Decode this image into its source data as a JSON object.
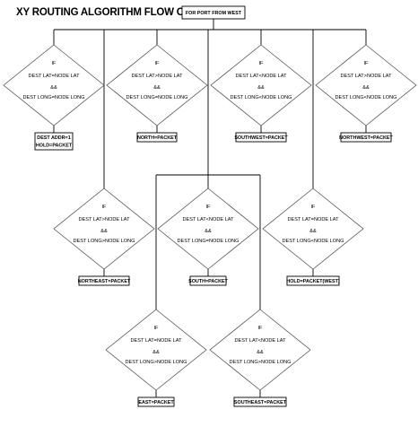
{
  "title": "XY ROUTING ALGORITHM FLOW CHART",
  "start": "FOR PORT FROM WEST",
  "decisions": [
    {
      "if": "IF",
      "cond1": "DEST LAT=NODE LAT",
      "and": "&&",
      "cond2": "DEST LONG=NODE LONG",
      "result": [
        "DEST ADDR=1",
        "HOLD=PACKET"
      ]
    },
    {
      "if": "IF",
      "cond1": "DEST LAT>NODE LAT",
      "and": "&&",
      "cond2": "DEST LONG=NODE LONG",
      "result": [
        "NORTH=PACKET"
      ]
    },
    {
      "if": "IF",
      "cond1": "DEST LAT<NODE LAT",
      "and": "&&",
      "cond2": "DEST LONG<NODE LONG",
      "result": [
        "SOUTHWEST=PACKET"
      ]
    },
    {
      "if": "IF",
      "cond1": "DEST LAT>NODE LAT",
      "and": "&&",
      "cond2": "DEST LONG<NODE LONG",
      "result": [
        "NORTHWEST=PACKET"
      ]
    },
    {
      "if": "IF",
      "cond1": "DEST LAT>NODE LAT",
      "and": "&&",
      "cond2": "DEST LONG>NODE LONG",
      "result": [
        "NORTHEAST=PACKET"
      ]
    },
    {
      "if": "IF",
      "cond1": "DEST LAT<NODE LAT",
      "and": "&&",
      "cond2": "DEST LONG=NODE LONG",
      "result": [
        "SOUTH=PACKET"
      ]
    },
    {
      "if": "IF",
      "cond1": "DEST LAT=NODE LAT",
      "and": "&&",
      "cond2": "DEST LONG<NODE LONG",
      "result": [
        "HOLD=PACKET(WEST)"
      ]
    },
    {
      "if": "IF",
      "cond1": "DEST LAT=NODE LAT",
      "and": "&&",
      "cond2": "DEST LONG>NODE LONG",
      "result": [
        "EAST=PACKET"
      ]
    },
    {
      "if": "IF",
      "cond1": "DEST LAT<NODE LAT",
      "and": "&&",
      "cond2": "DEST LONG>NODE LONG",
      "result": [
        "SOUTHEAST=PACKET"
      ]
    }
  ]
}
